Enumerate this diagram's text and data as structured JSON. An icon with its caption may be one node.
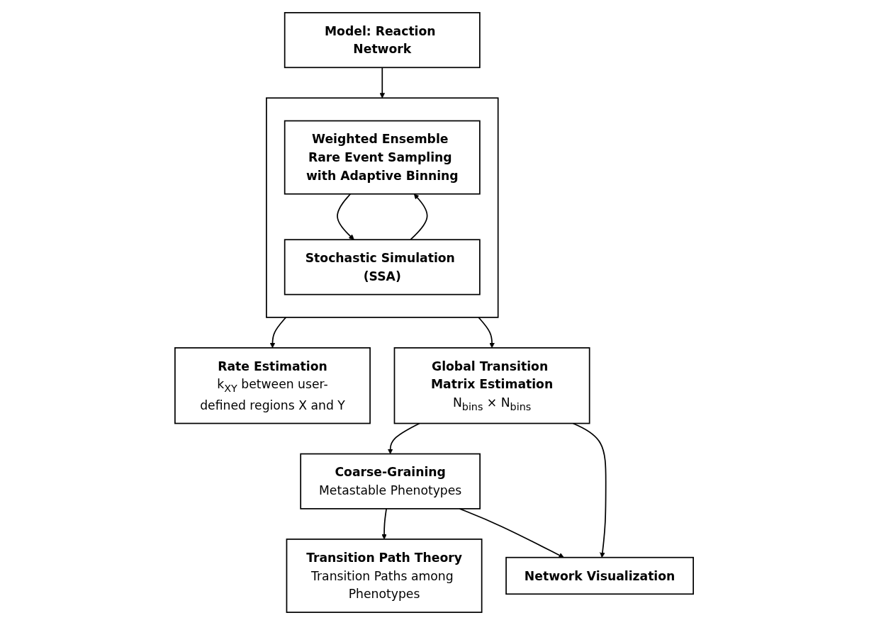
{
  "diagram": {
    "nodes": [
      {
        "text": [
          "Model: Reaction Network"
        ]
      },
      {
        "text": [],
        "shape": "box"
      },
      {
        "text": [
          "Weighted Ensemble Rare Event Sampling with Adaptive Binning"
        ],
        "in": 1
      },
      {
        "text": [
          "Stochastic Simulation (SSA)"
        ],
        "in": 1
      },
      {
        "text": [
          "Rate Estimation",
          "k$_{XY}$ between user-defined regions X and Y"
        ]
      },
      {
        "text": [
          "Global Transition Matrix Estimation",
          "N$_{bins}$ × N$_{bins}$"
        ]
      },
      {
        "text": [
          "Transition Path Theory",
          "Transition Paths among Phenotypes"
        ]
      },
      {
        "text": [
          "Coarse-Graining",
          "Metastable Phenotypes"
        ]
      },
      {
        "text": [
          "Network Visualization"
        ]
      }
    ],
    "edges": [
      {
        "from": 0,
        "to": 1,
        "arrow": "to"
      },
      {
        "from": 2,
        "to": 3,
        "arrow": "to"
      },
      {
        "from": 3,
        "to": 2,
        "arrow": "to"
      },
      {
        "from": 1,
        "to": 4,
        "arrow": "to"
      },
      {
        "from": 1,
        "to": 5,
        "arrow": "to"
      },
      {
        "from": 5,
        "to": 7,
        "arrow": "to"
      },
      {
        "from": 5,
        "to": 8,
        "arrow": "to"
      },
      {
        "from": 7,
        "to": 6,
        "arrow": "to"
      },
      {
        "from": 7,
        "to": 8,
        "arrow": "to"
      }
    ]
  }
}
